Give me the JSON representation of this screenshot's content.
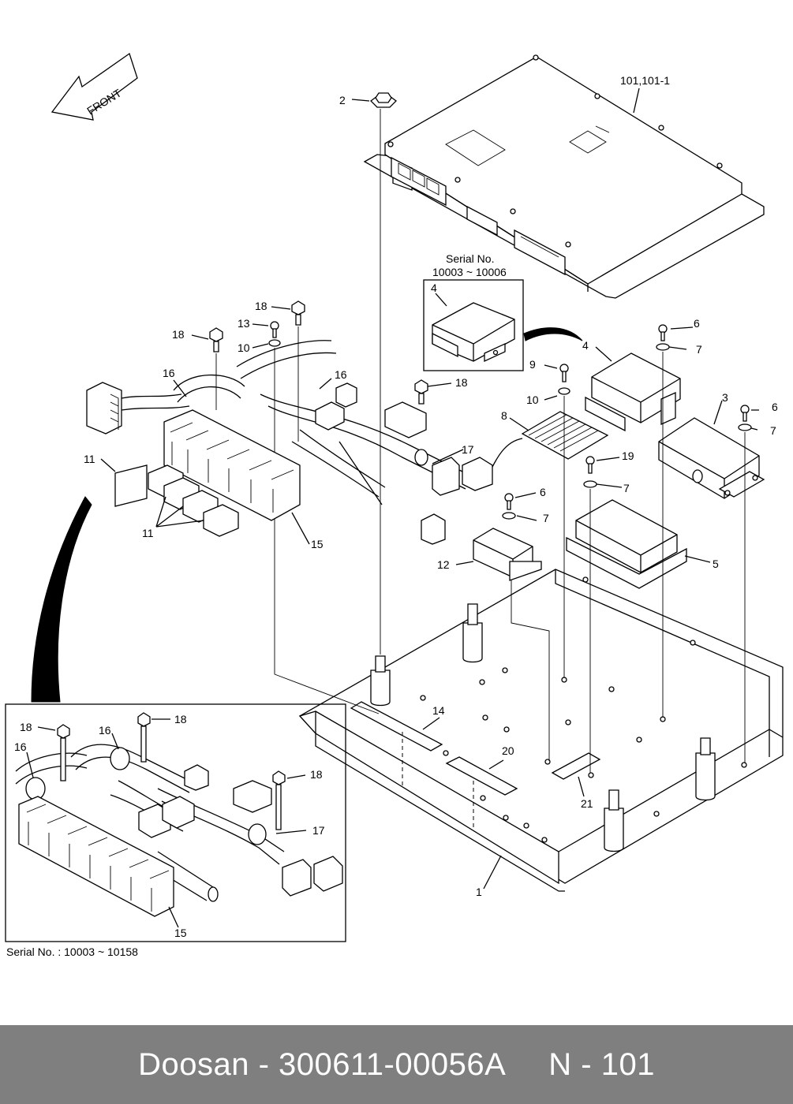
{
  "diagram": {
    "direction_label": "FRONT",
    "serial_top": {
      "title": "Serial No.",
      "range": "10003 ~ 10006"
    },
    "serial_bottom": "Serial No. : 10003 ~ 10158",
    "callouts": {
      "c1": "1",
      "c2": "2",
      "c3": "3",
      "c4a": "4",
      "c4b": "4",
      "c5": "5",
      "c6a": "6",
      "c6b": "6",
      "c6c": "6",
      "c7a": "7",
      "c7b": "7",
      "c7c": "7",
      "c7d": "7",
      "c8": "8",
      "c9": "9",
      "c10a": "10",
      "c10b": "10",
      "c11a": "11",
      "c11b": "11",
      "c12": "12",
      "c13": "13",
      "c14": "14",
      "c15a": "15",
      "c15b": "15",
      "c16a": "16",
      "c16b": "16",
      "c16c": "16",
      "c16d": "16",
      "c17a": "17",
      "c17b": "17",
      "c18a": "18",
      "c18b": "18",
      "c18c": "18",
      "c18d": "18",
      "c18e": "18",
      "c18f": "18",
      "c19": "19",
      "c20": "20",
      "c21": "21",
      "c101": "101,101-1"
    }
  },
  "footer": {
    "brand": "Doosan",
    "separator": "-",
    "part_number": "300611-00056A",
    "page_ref": "N - 101"
  }
}
